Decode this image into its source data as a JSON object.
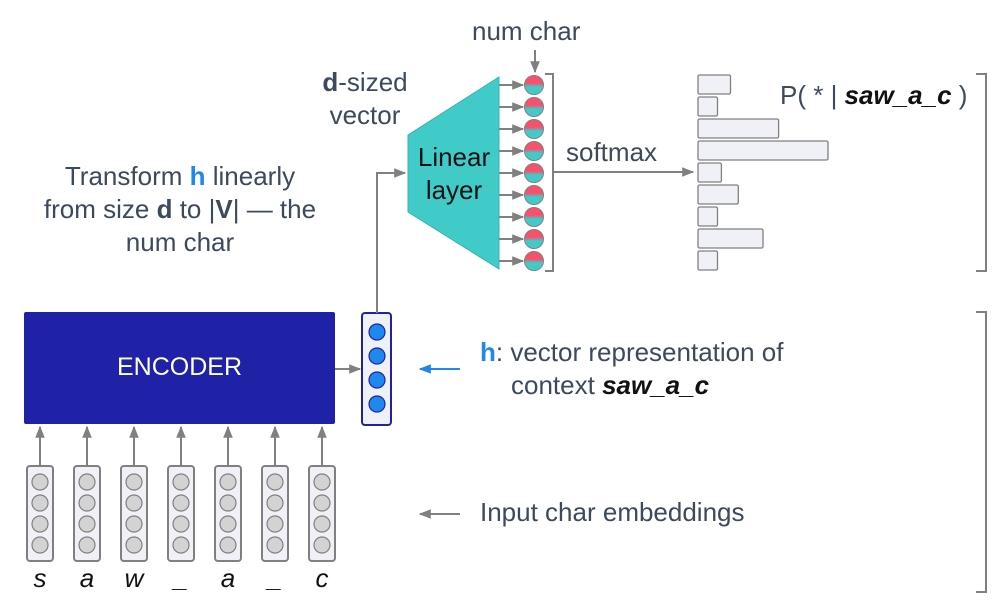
{
  "title_annotation": {
    "prefix": "Transform ",
    "h": "h",
    "middle": " linearly",
    "line2_prefix": "from size ",
    "d": "d",
    "line2_mid": " to |",
    "V": "V",
    "line2_suffix": "| — the",
    "line3": "num char"
  },
  "num_char_label": "num char",
  "d_sized": {
    "d": "d",
    "suffix": "-sized",
    "line2": "vector"
  },
  "linear_layer": {
    "line1": "Linear",
    "line2": "layer"
  },
  "softmax_label": "softmax",
  "probability_label": {
    "prefix": "P( * | ",
    "context": "saw_a_c",
    "suffix": " )"
  },
  "encoder_label": "ENCODER",
  "h_annotation": {
    "h": "h",
    "line1": ": vector representation of",
    "line2_prefix": "context  ",
    "context": "saw_a_c"
  },
  "input_annotation": "Input char embeddings",
  "input_chars": [
    "s",
    "a",
    "w",
    "_",
    "a",
    "_",
    "c"
  ],
  "output_distribution": {
    "count": 9,
    "relative_probabilities": [
      0.25,
      0.15,
      0.62,
      1.0,
      0.18,
      0.31,
      0.15,
      0.5,
      0.15
    ]
  },
  "colors": {
    "encoder": "#1f22a6",
    "h_vector_fill": "#1e88f0",
    "linear_layer": "#40cbc9",
    "output_top": "#f9506b",
    "output_bottom": "#40cbc9",
    "arrow": "#808080",
    "text": "#3d4a5c",
    "accent_blue": "#1e88f0"
  }
}
